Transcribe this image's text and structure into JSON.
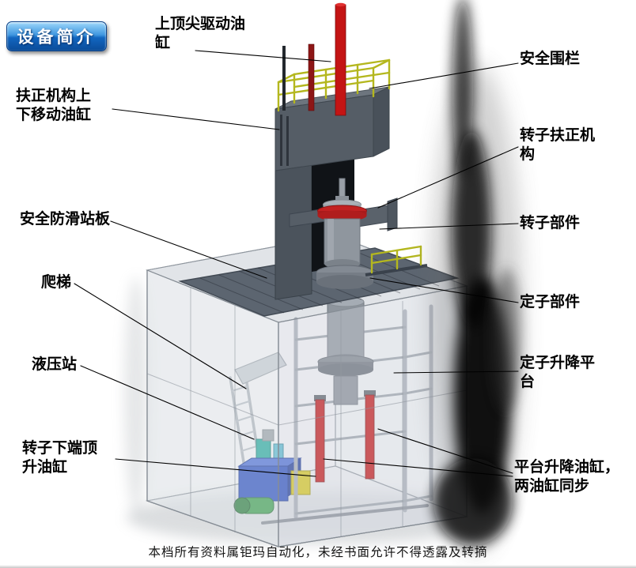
{
  "page": {
    "badge": "设备简介",
    "watermark": "本档所有资料属钜玛自动化，未经书面允许不得透露及转摘"
  },
  "labels": {
    "top_cylinder": "上顶尖驱动油缸",
    "safety_fence": "安全围栏",
    "centering_cylinder": "扶正机构上下移动油缸",
    "rotor_centering": "转子扶正机构",
    "antislip_platform": "安全防滑站板",
    "rotor_part": "转子部件",
    "ladder": "爬梯",
    "stator_part": "定子部件",
    "hydraulic_station": "液压站",
    "stator_lift_platform": "定子升降平台",
    "rotor_bottom_cylinder": "转子下端顶升油缸",
    "platform_lift_cylinders": "平台升降油缸，两油缸同步"
  },
  "colors": {
    "badge-blue": "#1266c0",
    "badge-blue-light": "#9fd8fb",
    "label-text": "#000000",
    "leader-line": "#000000",
    "red-cylinder": "#c41414",
    "dark-red-rod": "#8d1616",
    "yellow-rail": "#b4b71e",
    "platform-gray": "#5c6570",
    "column-gray": "#4b535c",
    "hydraulic-blue": "#2e52c0",
    "hydraulic-yellow": "#d6c71f",
    "hydraulic-green": "#3f9e52",
    "cube-line": "#8f969e",
    "watermark-text": "#141414"
  }
}
